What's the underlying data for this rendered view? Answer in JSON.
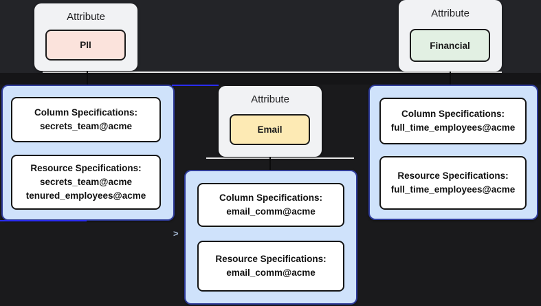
{
  "nodes": {
    "pii": {
      "title": "Attribute",
      "label": "PII"
    },
    "email": {
      "title": "Attribute",
      "label": "Email"
    },
    "financial": {
      "title": "Attribute",
      "label": "Financial"
    }
  },
  "groups": {
    "left": {
      "column": {
        "title": "Column Specifications:",
        "value": "secrets_team@acme"
      },
      "resource": {
        "title": "Resource Specifications:",
        "value1": "secrets_team@acme",
        "value2": "tenured_employees@acme"
      }
    },
    "email": {
      "column": {
        "title": "Column Specifications:",
        "value": "email_comm@acme"
      },
      "resource": {
        "title": "Resource Specifications:",
        "value": "email_comm@acme"
      }
    },
    "right": {
      "column": {
        "title": "Column Specifications:",
        "value": "full_time_employees@acme"
      },
      "resource": {
        "title": "Resource Specifications:",
        "value": "full_time_employees@acme"
      }
    }
  },
  "artifacts": {
    "edge_arrow": ">"
  },
  "colors": {
    "background": "#1a1a1c",
    "band_top": "#232428",
    "attribute_node_bg": "#f1f2f4",
    "pii_fill": "#fbe3dc",
    "email_fill": "#fdeab4",
    "financial_fill": "#e2f0e3",
    "group_fill": "#cfe2fb",
    "group_border": "#2e3b9a",
    "spec_border": "#141414",
    "edge_blue": "#2a2cf0"
  }
}
